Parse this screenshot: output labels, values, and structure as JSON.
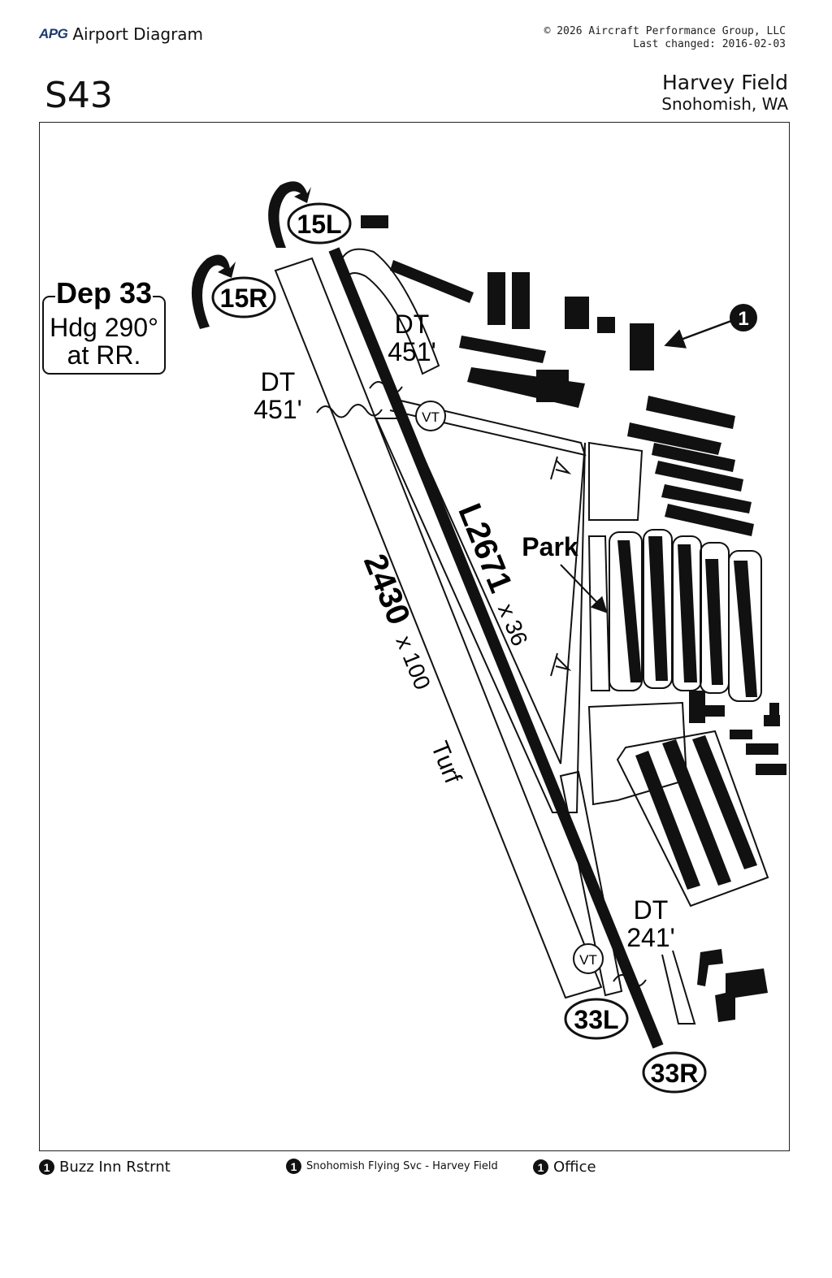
{
  "header": {
    "logo_text": "APG",
    "title": "Airport Diagram",
    "copyright": "© 2026 Aircraft Performance Group, LLC",
    "last_changed": "Last changed: 2016-02-03"
  },
  "airport": {
    "ident": "S43",
    "name": "Harvey Field",
    "city": "Snohomish, WA"
  },
  "runways": {
    "rwy_15L": "15L",
    "rwy_15R": "15R",
    "rwy_33L": "33L",
    "rwy_33R": "33R",
    "paved_length": "L2671",
    "paved_width": "x 36",
    "turf_length": "2430",
    "turf_width": "x 100",
    "turf_label": "Turf"
  },
  "notes": {
    "dep_title": "Dep 33",
    "dep_heading": "Hdg 290°",
    "dep_at": "at RR.",
    "dt_top_right_label": "DT",
    "dt_top_right_value": "451'",
    "dt_top_left_label": "DT",
    "dt_top_left_value": "451'",
    "dt_bottom_label": "DT",
    "dt_bottom_value": "241'",
    "park_label": "Park",
    "vt_symbol": "VT",
    "callout_number": "1"
  },
  "legend": [
    {
      "number": "1",
      "label": "Buzz Inn Rstrnt"
    },
    {
      "number": "1",
      "label": "Snohomish Flying Svc - Harvey Field"
    },
    {
      "number": "1",
      "label": "Office"
    }
  ],
  "colors": {
    "ink": "#111111",
    "logo_blue": "#1c3a6e",
    "paper": "#ffffff"
  }
}
